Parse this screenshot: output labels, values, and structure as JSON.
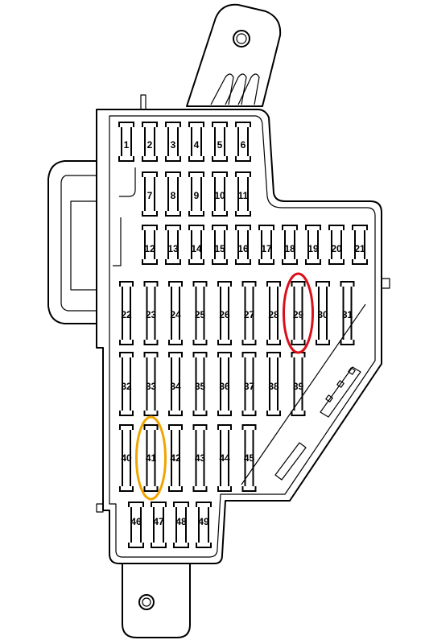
{
  "fuse_box": {
    "fuses": [
      {
        "id": "1"
      },
      {
        "id": "2"
      },
      {
        "id": "3"
      },
      {
        "id": "4"
      },
      {
        "id": "5"
      },
      {
        "id": "6"
      },
      {
        "id": "7"
      },
      {
        "id": "8"
      },
      {
        "id": "9"
      },
      {
        "id": "10"
      },
      {
        "id": "11"
      },
      {
        "id": "12"
      },
      {
        "id": "13"
      },
      {
        "id": "14"
      },
      {
        "id": "15"
      },
      {
        "id": "16"
      },
      {
        "id": "17"
      },
      {
        "id": "18"
      },
      {
        "id": "19"
      },
      {
        "id": "20"
      },
      {
        "id": "21"
      },
      {
        "id": "22"
      },
      {
        "id": "23"
      },
      {
        "id": "24"
      },
      {
        "id": "25"
      },
      {
        "id": "26"
      },
      {
        "id": "27"
      },
      {
        "id": "28"
      },
      {
        "id": "29"
      },
      {
        "id": "30"
      },
      {
        "id": "31"
      },
      {
        "id": "32"
      },
      {
        "id": "33"
      },
      {
        "id": "34"
      },
      {
        "id": "35"
      },
      {
        "id": "36"
      },
      {
        "id": "37"
      },
      {
        "id": "38"
      },
      {
        "id": "39"
      },
      {
        "id": "40"
      },
      {
        "id": "41"
      },
      {
        "id": "42"
      },
      {
        "id": "43"
      },
      {
        "id": "44"
      },
      {
        "id": "45"
      },
      {
        "id": "46"
      },
      {
        "id": "47"
      },
      {
        "id": "48"
      },
      {
        "id": "49"
      }
    ],
    "highlights": [
      {
        "fuse": "29",
        "color": "#d9101a"
      },
      {
        "fuse": "41",
        "color": "#f0a500"
      }
    ]
  }
}
